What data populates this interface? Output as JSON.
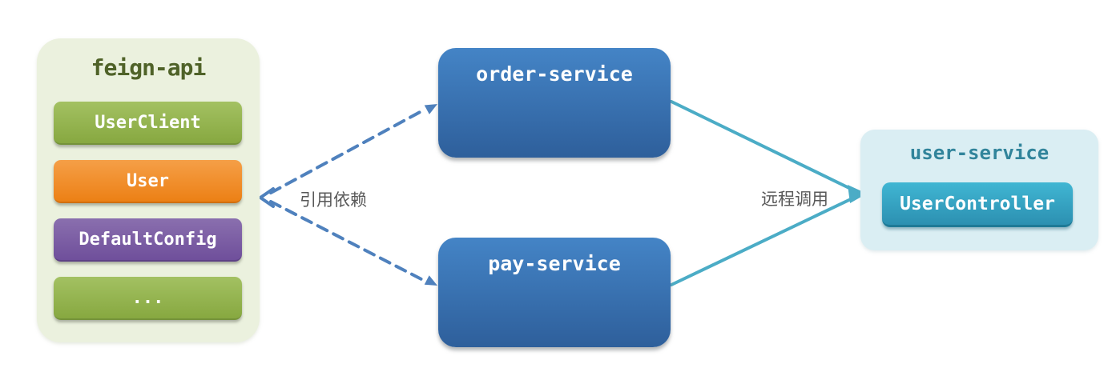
{
  "feign_api": {
    "title": "feign-api",
    "items": [
      {
        "label": "UserClient",
        "variant": "green"
      },
      {
        "label": "User",
        "variant": "orange"
      },
      {
        "label": "DefaultConfig",
        "variant": "purple"
      },
      {
        "label": "...",
        "variant": "green"
      }
    ]
  },
  "services": {
    "order": {
      "label": "order-service"
    },
    "pay": {
      "label": "pay-service"
    }
  },
  "user_service": {
    "title": "user-service",
    "controller_label": "UserController"
  },
  "edges": {
    "dependency_label": "引用依赖",
    "remote_call_label": "远程调用"
  },
  "colors": {
    "feign_container_bg": "#EBF1DE",
    "feign_title": "#4F6228",
    "chip_green": "#9BBB59",
    "chip_orange": "#F79646",
    "chip_purple": "#8064A2",
    "service_box_blue": "#4F81BD",
    "user_container_bg": "#DAEEF3",
    "user_title": "#31849B",
    "controller_teal": "#4BACC6",
    "dependency_arrow": "#4F81BD",
    "remote_call_arrow": "#4BACC6",
    "edge_label_text": "#595959"
  }
}
